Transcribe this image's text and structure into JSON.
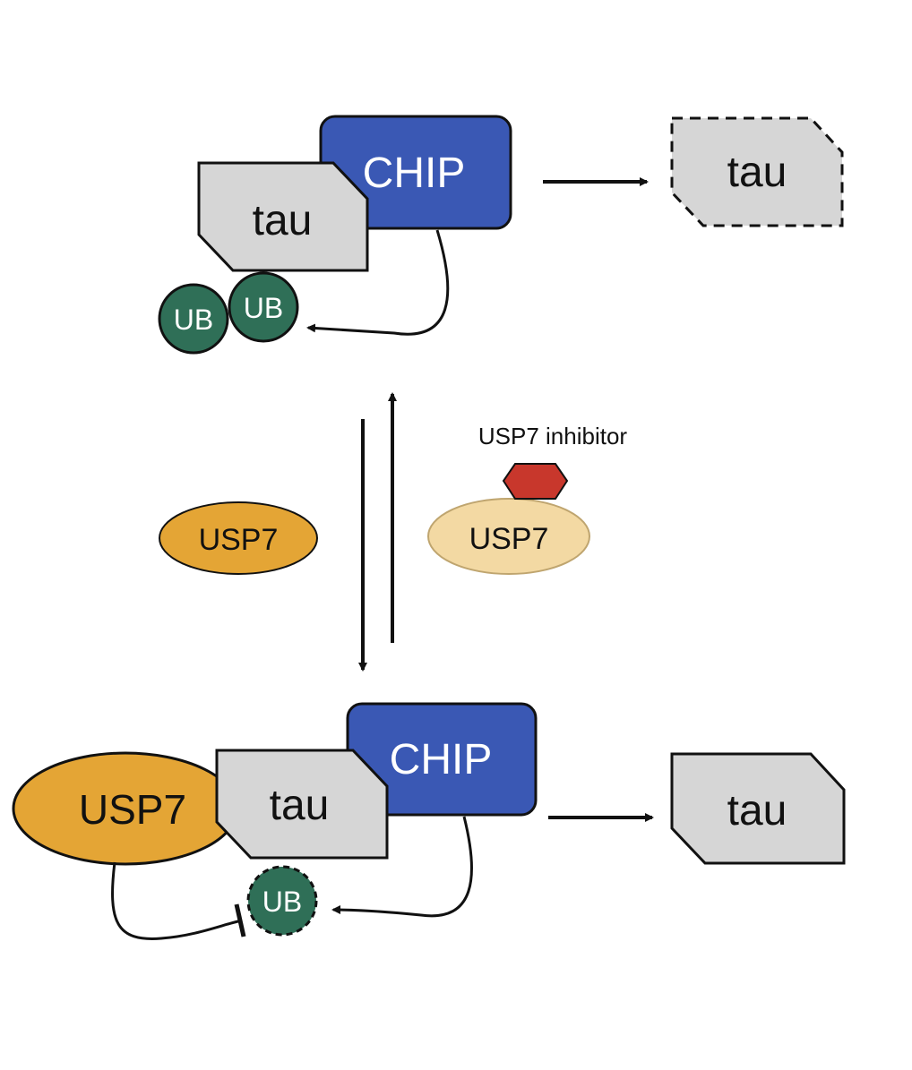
{
  "colors": {
    "chip": "#3a58b4",
    "tau": "#d6d6d6",
    "ub": "#2f6f57",
    "usp7": "#e4a535",
    "usp7_inhibited": "#f3d9a3",
    "inhibitor": "#c8372c",
    "stroke": "#111111"
  },
  "top": {
    "chip_label": "CHIP",
    "tau_label": "tau",
    "ub_left_label": "UB",
    "ub_right_label": "UB",
    "degraded_tau_label": "tau"
  },
  "middle": {
    "usp7_label": "USP7",
    "inhibitor_label": "USP7 inhibitor",
    "inhibited_usp7_label": "USP7"
  },
  "bottom": {
    "usp7_label": "USP7",
    "tau_label": "tau",
    "chip_label": "CHIP",
    "ub_label": "UB",
    "stabilized_tau_label": "tau"
  }
}
